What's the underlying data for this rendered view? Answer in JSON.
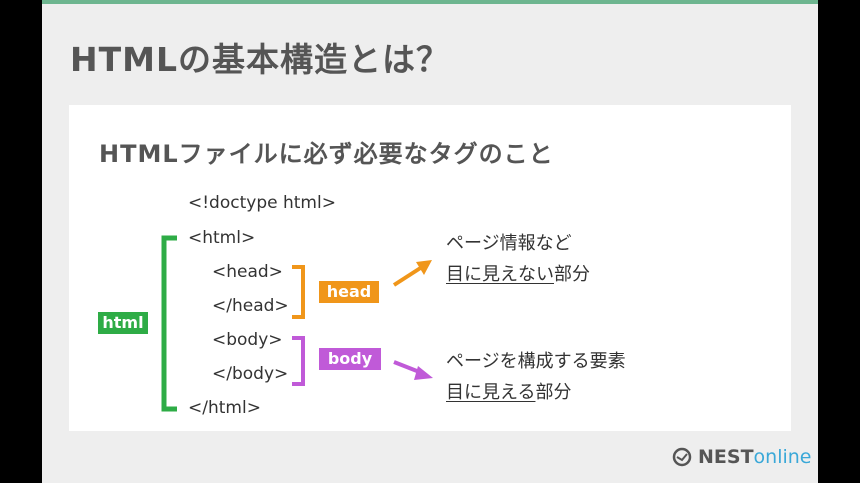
{
  "slide": {
    "title": "HTMLの基本構造とは？",
    "subtitle": "HTMLファイルに必ず必要なタグのこと"
  },
  "code": {
    "doctype": "<!doctype html>",
    "html_open": "<html>",
    "head_open": "<head>",
    "head_close": "</head>",
    "body_open": "<body>",
    "body_close": "</body>",
    "html_close": "</html>"
  },
  "labels": {
    "html": "html",
    "head": "head",
    "body": "body"
  },
  "head_desc": {
    "line1": "ページ情報など",
    "line2_underlined": "目に見えない",
    "line2_rest": "部分"
  },
  "body_desc": {
    "line1": "ページを構成する要素",
    "line2_underlined": "目に見える",
    "line2_rest": "部分"
  },
  "logo": {
    "brand_bold": "NEST",
    "brand_light": "online",
    "icon": "bird-circle-icon"
  },
  "colors": {
    "html": "#2eac46",
    "head": "#f0961a",
    "body": "#c05ad8",
    "topbar": "#6db58f",
    "logo_accent": "#3aa8d8"
  }
}
